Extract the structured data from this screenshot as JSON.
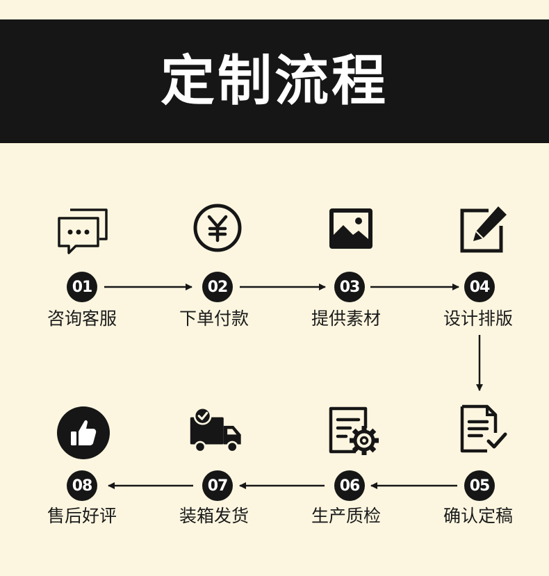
{
  "banner": {
    "title": "定制流程"
  },
  "colors": {
    "background": "#FCF6E0",
    "banner": "#161616",
    "ink": "#161616",
    "text": "#1A1A1A"
  },
  "steps": [
    {
      "num": "01",
      "label": "咨询客服",
      "icon": "chat-bubbles-icon"
    },
    {
      "num": "02",
      "label": "下单付款",
      "icon": "yen-coin-icon"
    },
    {
      "num": "03",
      "label": "提供素材",
      "icon": "image-icon"
    },
    {
      "num": "04",
      "label": "设计排版",
      "icon": "edit-pencil-icon"
    },
    {
      "num": "05",
      "label": "确认定稿",
      "icon": "document-check-icon"
    },
    {
      "num": "06",
      "label": "生产质检",
      "icon": "document-gear-icon"
    },
    {
      "num": "07",
      "label": "装箱发货",
      "icon": "delivery-truck-icon"
    },
    {
      "num": "08",
      "label": "售后好评",
      "icon": "thumbs-up-icon"
    }
  ]
}
